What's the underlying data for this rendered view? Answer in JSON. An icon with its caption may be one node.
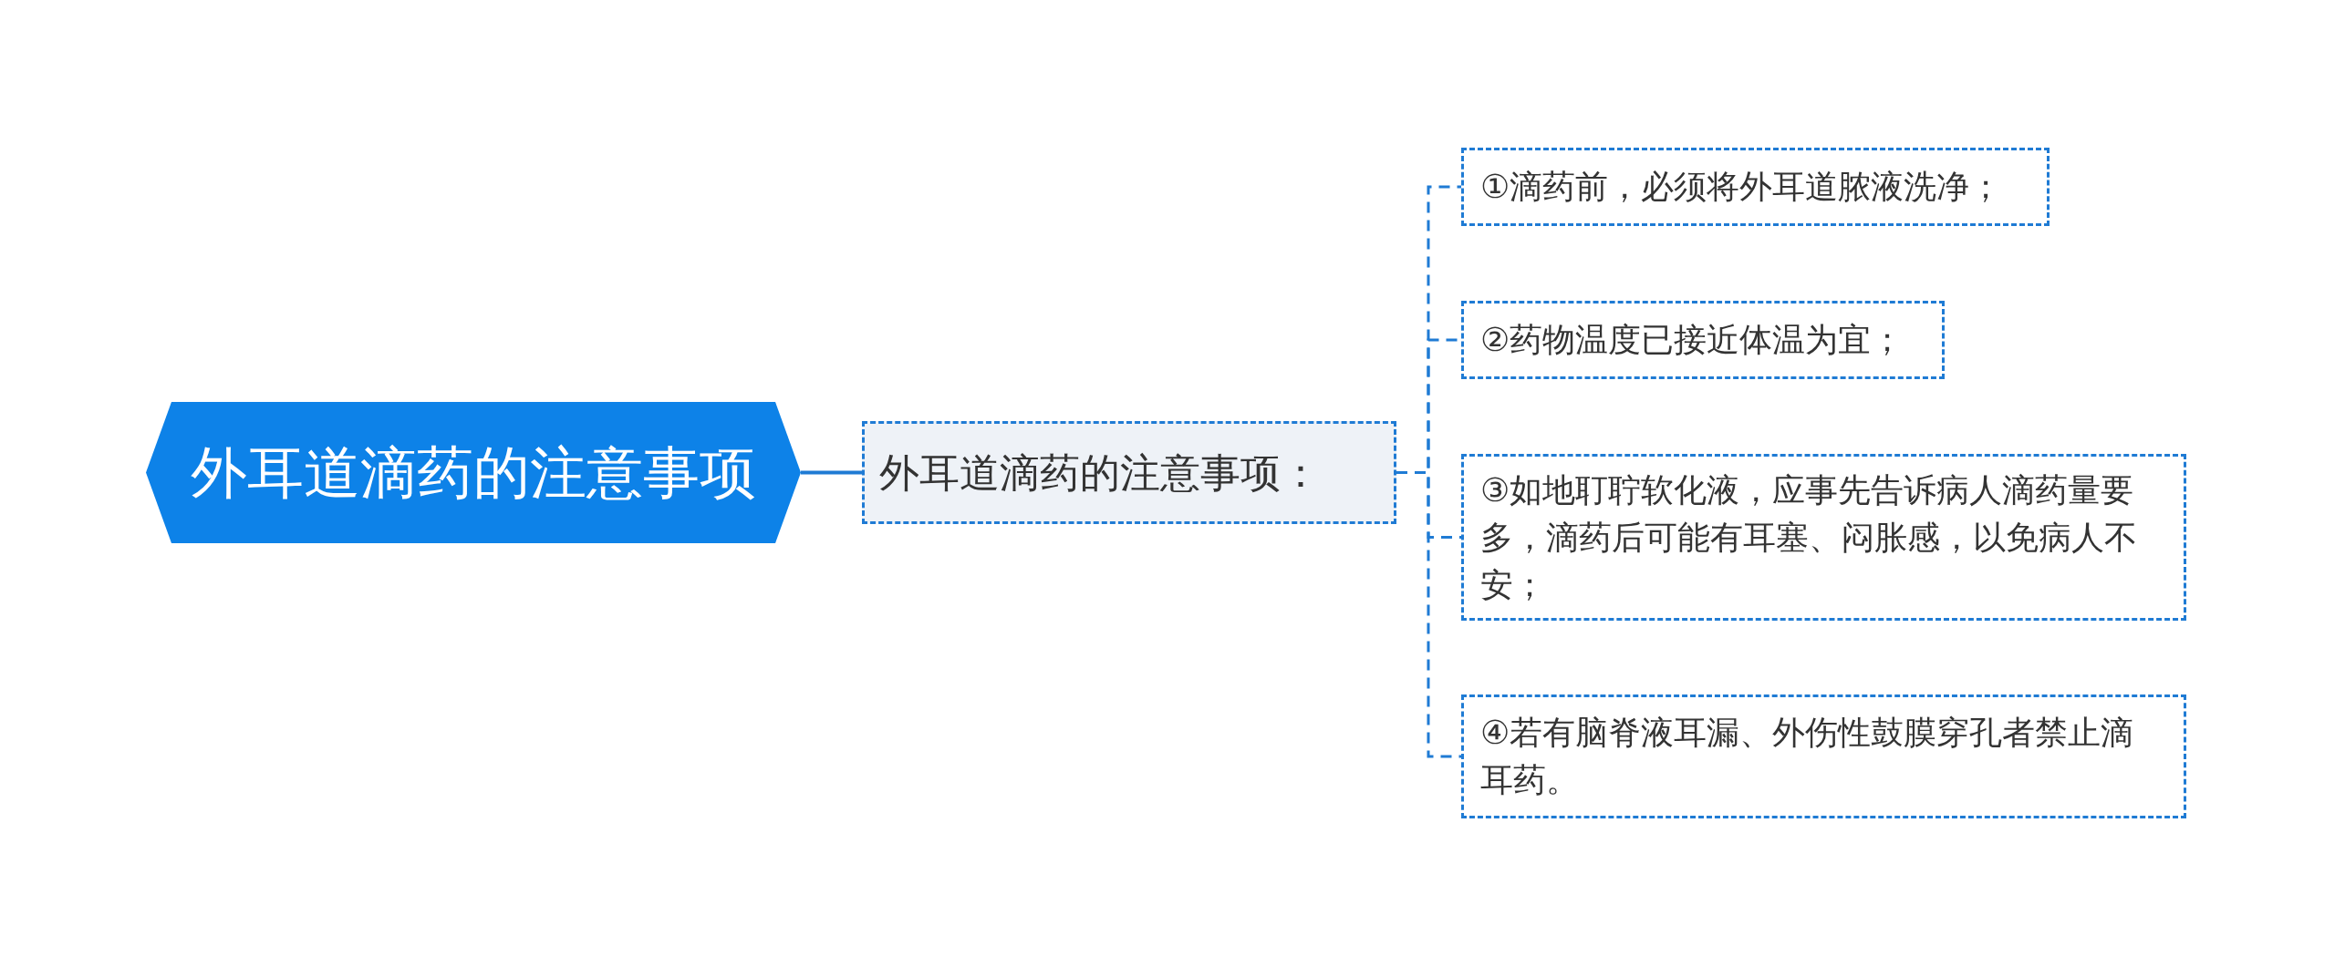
{
  "diagram": {
    "nodes": [
      {
        "text": [
          "外耳道滴药的注意事项"
        ]
      },
      {
        "text": [
          "外耳道滴药的注意事项："
        ]
      },
      {
        "text": [
          "①滴药前，必须将外耳道脓液洗净；"
        ]
      },
      {
        "text": [
          "②药物温度已接近体温为宜；"
        ]
      },
      {
        "text": [
          "③如地耵聍软化液，应事先告诉病人滴药量要多，滴药后可能有耳塞、闷胀感，以免病人不安；"
        ]
      },
      {
        "text": [
          "④若有脑脊液耳漏、外伤性鼓膜穿孔者禁止滴耳药。"
        ]
      }
    ],
    "edges": [
      {
        "from": 0,
        "to": 1,
        "arrow": "none"
      },
      {
        "from": 1,
        "to": 2,
        "arrow": "none",
        "style": "dashed"
      },
      {
        "from": 1,
        "to": 3,
        "arrow": "none",
        "style": "dashed"
      },
      {
        "from": 1,
        "to": 4,
        "arrow": "none",
        "style": "dashed"
      },
      {
        "from": 1,
        "to": 5,
        "arrow": "none",
        "style": "dashed"
      }
    ]
  }
}
